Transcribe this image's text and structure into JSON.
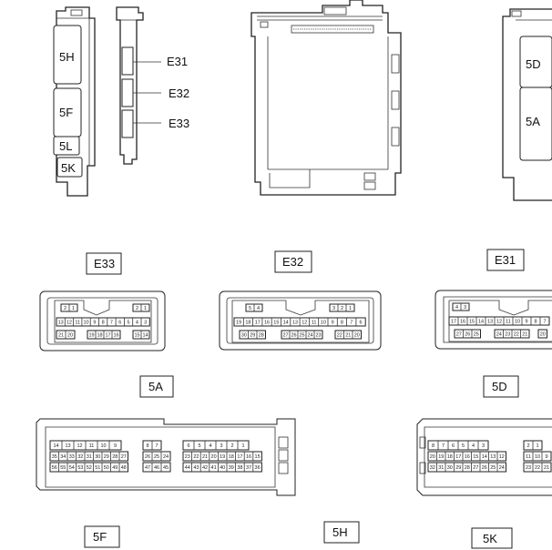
{
  "labels": {
    "c_5h": "5H",
    "c_5f": "5F",
    "c_5l": "5L",
    "c_5k": "5K",
    "e31": "E31",
    "e32": "E32",
    "e33": "E33",
    "c_5d": "5D",
    "c_5a": "5A",
    "cap_e33": "E33",
    "cap_e32": "E32",
    "cap_e31": "E31",
    "cap_5a": "5A",
    "cap_5d": "5D",
    "cap_5f": "5F",
    "cap_5h": "5H",
    "cap_5k": "5K"
  },
  "pins": {
    "e33_top": [
      "2",
      "1"
    ],
    "e33_r1": [
      "13",
      "12",
      "11",
      "10",
      "9",
      "8",
      "7",
      "6",
      "5",
      "4",
      "3"
    ],
    "e33_r2a": [
      "21",
      "20"
    ],
    "e33_r2b": [
      "19",
      "18",
      "17",
      "16"
    ],
    "e33_r2c": [
      "15",
      "14"
    ],
    "e32_top_a": [
      "5",
      "4"
    ],
    "e32_top_b": [
      "3",
      "2",
      "1"
    ],
    "e32_r1": [
      "19",
      "18",
      "17",
      "16",
      "15",
      "14",
      "13",
      "12",
      "11",
      "10",
      "9",
      "8",
      "7",
      "6"
    ],
    "e32_r2a": [
      "30",
      "29",
      "28"
    ],
    "e32_r2b": [
      "27",
      "26",
      "25",
      "24",
      "23"
    ],
    "e32_r2c": [
      "22",
      "21",
      "20"
    ],
    "e31_top": [
      "4",
      "3"
    ],
    "e31_r1": [
      "17",
      "16",
      "15",
      "14",
      "13",
      "12",
      "11",
      "10",
      "9",
      "8",
      "7"
    ],
    "e31_r2a": [
      "27",
      "26",
      "25"
    ],
    "e31_r2b": [
      "24",
      "23",
      "22",
      "21"
    ],
    "e31_r2c": [
      "20"
    ],
    "c5a_top_a": [
      "14",
      "13",
      "12",
      "11",
      "10",
      "9"
    ],
    "c5a_r2a": [
      "35",
      "34",
      "33",
      "32",
      "31",
      "30",
      "29",
      "28",
      "27"
    ],
    "c5a_r3a": [
      "56",
      "55",
      "54",
      "53",
      "52",
      "51",
      "50",
      "49",
      "48"
    ],
    "c5a_top_b": [
      "8",
      "7"
    ],
    "c5a_r2b": [
      "26",
      "25",
      "24"
    ],
    "c5a_r3b": [
      "47",
      "46",
      "45"
    ],
    "c5a_top_c": [
      "6",
      "5",
      "4",
      "3",
      "2",
      "1"
    ],
    "c5a_r2c": [
      "23",
      "22",
      "21",
      "20",
      "19",
      "18",
      "17",
      "16",
      "15"
    ],
    "c5a_r3c": [
      "44",
      "43",
      "42",
      "41",
      "40",
      "39",
      "38",
      "37",
      "36"
    ],
    "c5d_top_a": [
      "8",
      "7",
      "6",
      "5",
      "4",
      "3"
    ],
    "c5d_r2a": [
      "20",
      "19",
      "18",
      "17",
      "16",
      "15",
      "14",
      "13",
      "12"
    ],
    "c5d_r3a": [
      "32",
      "31",
      "30",
      "29",
      "28",
      "27",
      "26",
      "25",
      "24"
    ],
    "c5d_top_b": [
      "2",
      "1"
    ],
    "c5d_r2b": [
      "11",
      "10",
      "9"
    ],
    "c5d_r3b": [
      "23",
      "22",
      "21"
    ]
  }
}
